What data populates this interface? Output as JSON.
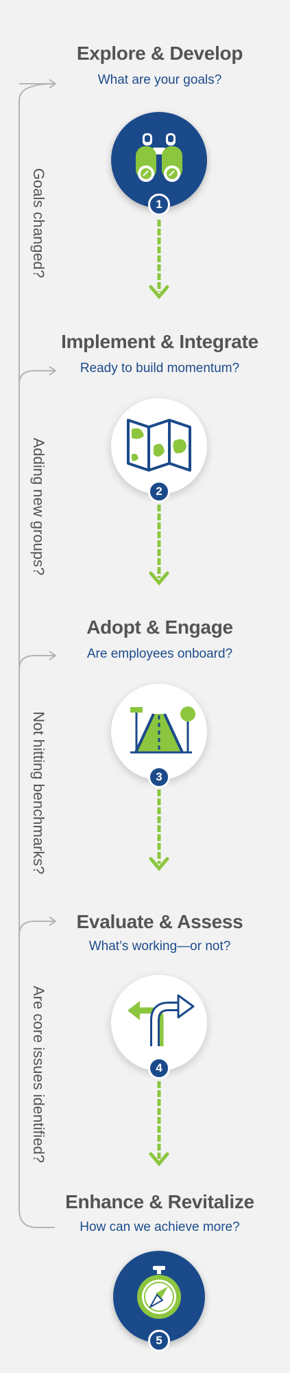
{
  "stages": [
    {
      "number": "1",
      "title": "Explore & Develop",
      "subtitle": "What are your goals?",
      "icon": "binoculars-icon"
    },
    {
      "number": "2",
      "title": "Implement & Integrate",
      "subtitle": "Ready to build momentum?",
      "icon": "map-icon"
    },
    {
      "number": "3",
      "title": "Adopt & Engage",
      "subtitle": "Are employees onboard?",
      "icon": "road-icon"
    },
    {
      "number": "4",
      "title": "Evaluate & Assess",
      "subtitle": "What’s working—or not?",
      "icon": "fork-arrows-icon"
    },
    {
      "number": "5",
      "title": "Enhance & Revitalize",
      "subtitle": "How can we achieve more?",
      "icon": "compass-stopwatch-icon"
    }
  ],
  "feedback_questions": [
    "Goals changed?",
    "Adding new groups?",
    "Not hitting benchmarks?",
    "Are core issues identified?"
  ],
  "colors": {
    "background": "#f2f2f2",
    "navy": "#1b4a8a",
    "green": "#8cc63f",
    "title_gray": "#545454",
    "connector_gray": "#b5b5b5"
  }
}
